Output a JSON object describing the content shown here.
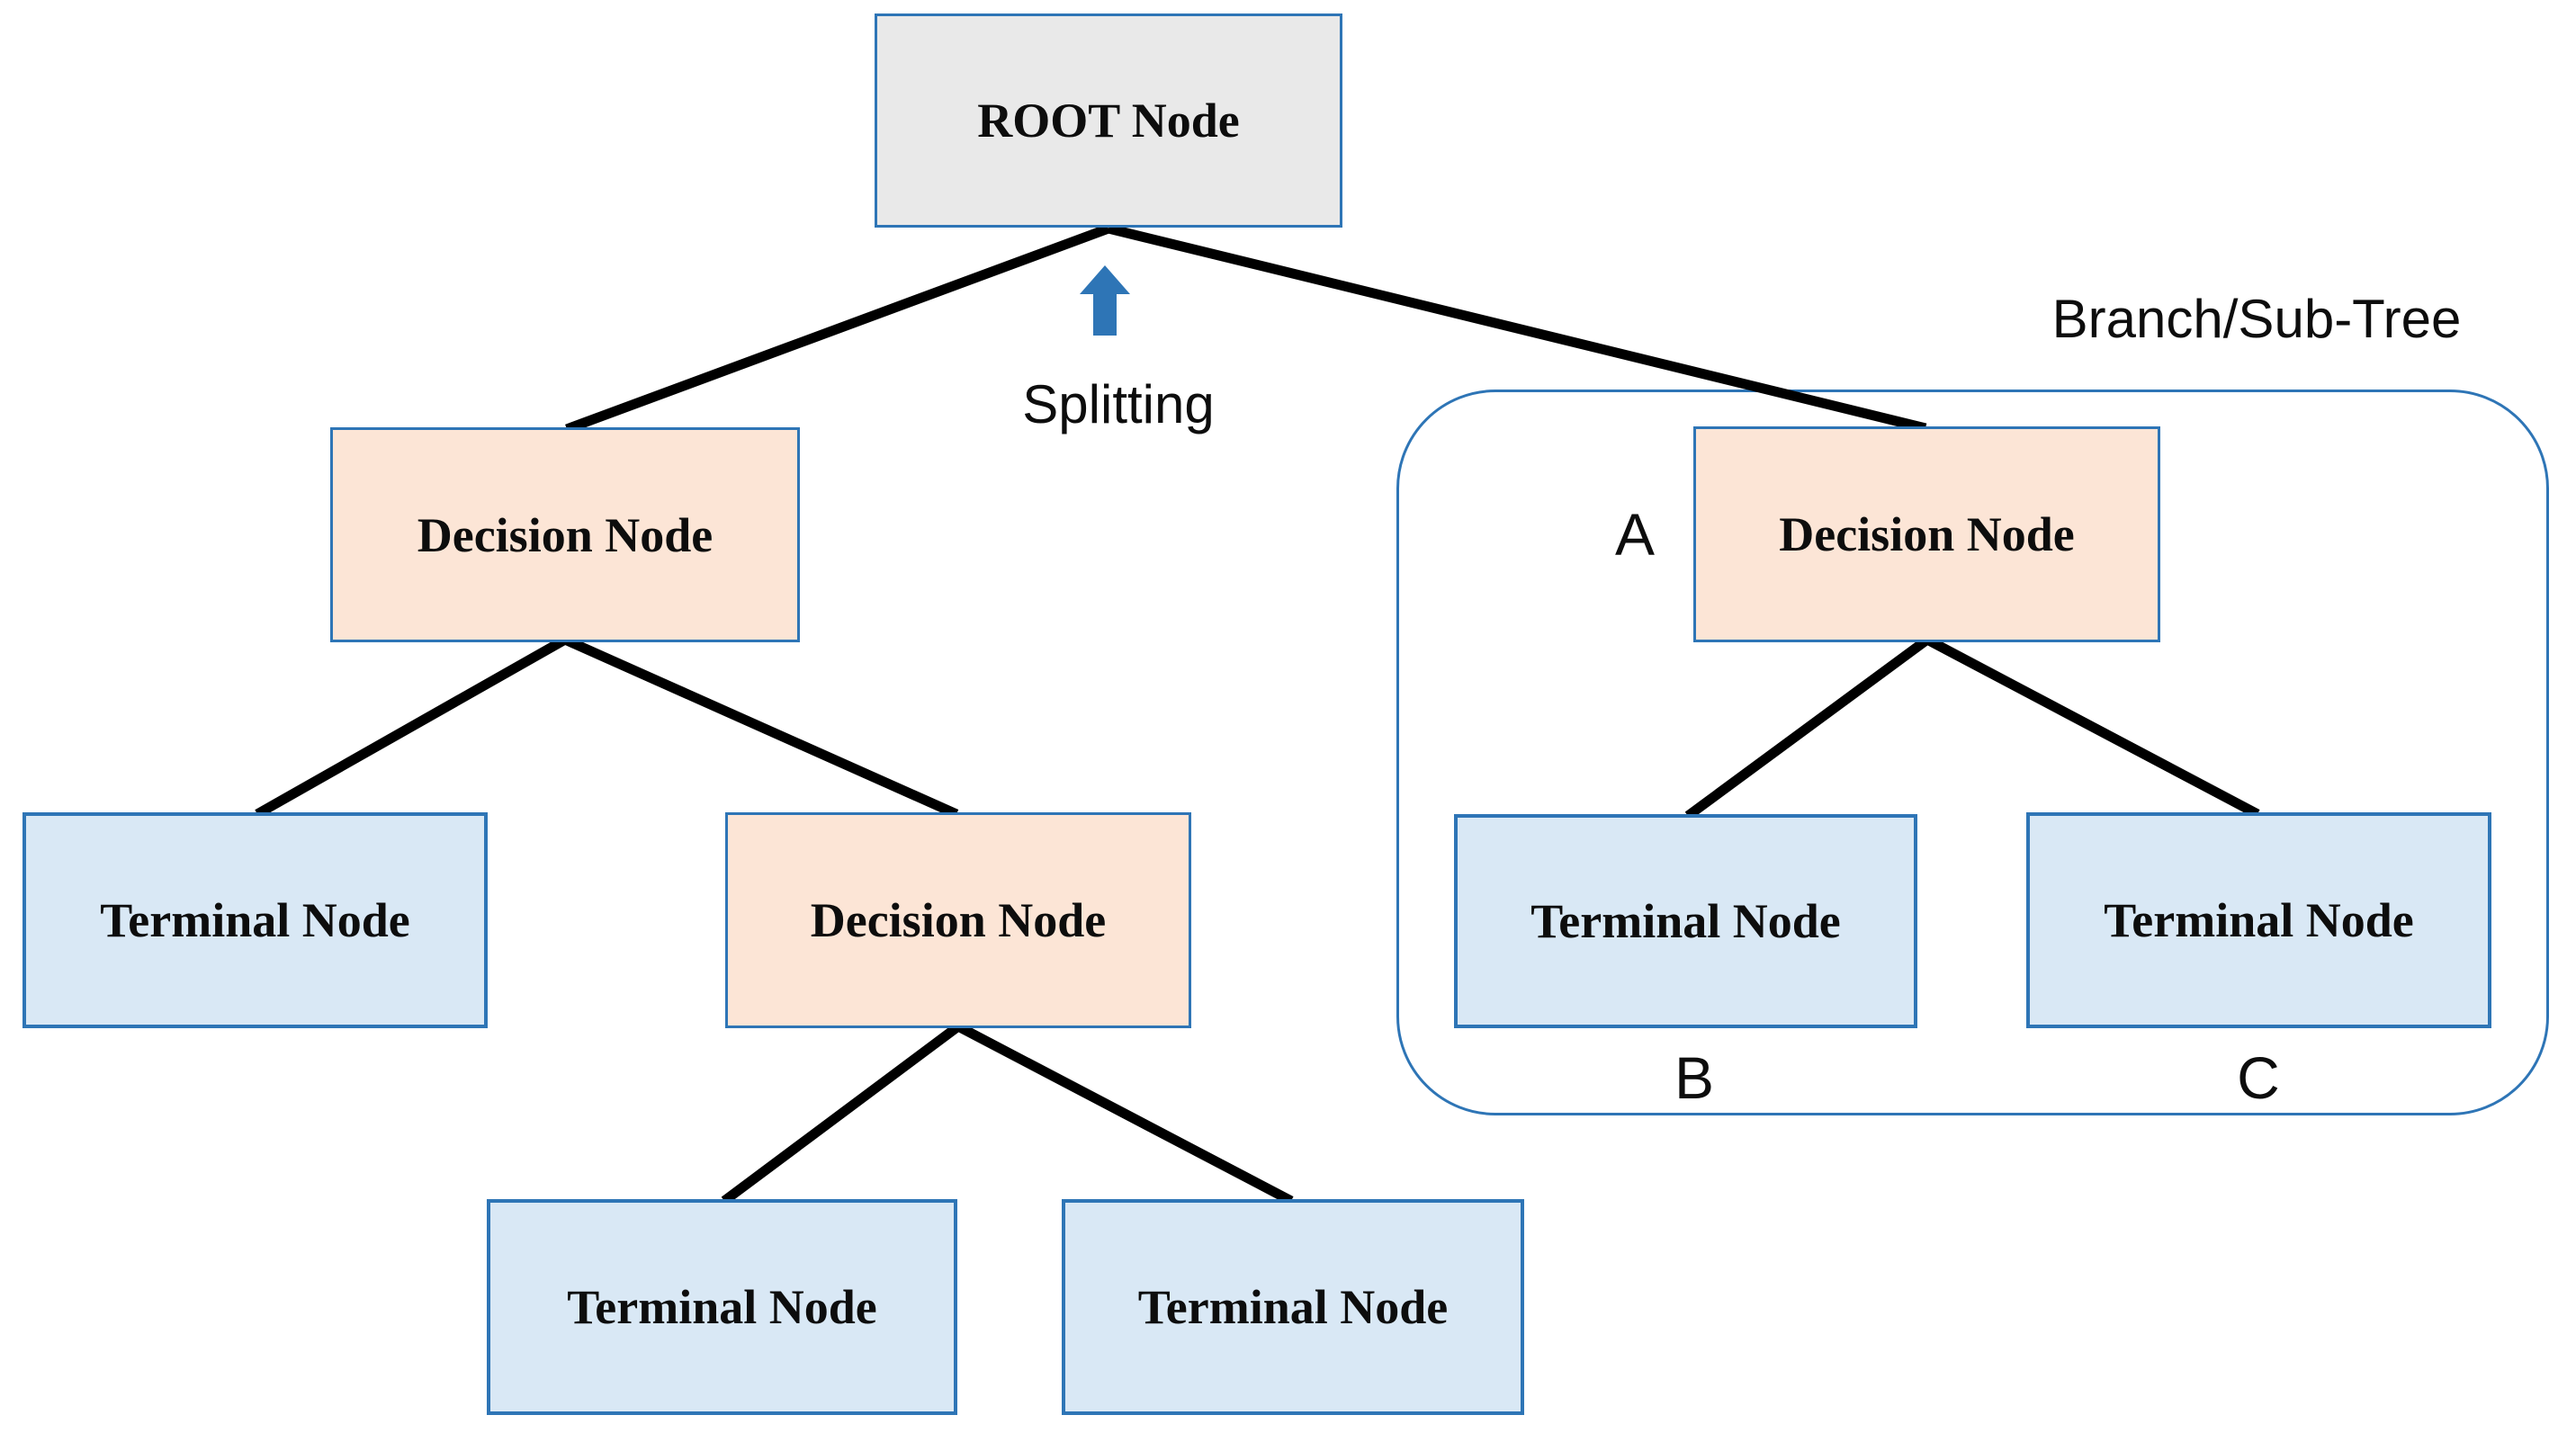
{
  "diagram": {
    "type": "decision-tree-concept-diagram",
    "nodes": {
      "root": {
        "label": "ROOT Node",
        "kind": "root"
      },
      "decision_left": {
        "label": "Decision Node",
        "kind": "decision"
      },
      "decision_subtree": {
        "label": "Decision Node",
        "kind": "decision"
      },
      "terminal_left": {
        "label": "Terminal Node",
        "kind": "terminal"
      },
      "decision_mid": {
        "label": "Decision Node",
        "kind": "decision"
      },
      "terminal_bottom_left": {
        "label": "Terminal Node",
        "kind": "terminal"
      },
      "terminal_bottom_right": {
        "label": "Terminal Node",
        "kind": "terminal"
      },
      "terminal_b": {
        "label": "Terminal Node",
        "kind": "terminal"
      },
      "terminal_c": {
        "label": "Terminal Node",
        "kind": "terminal"
      }
    },
    "edges": [
      [
        "root",
        "decision_left"
      ],
      [
        "root",
        "decision_subtree"
      ],
      [
        "decision_left",
        "terminal_left"
      ],
      [
        "decision_left",
        "decision_mid"
      ],
      [
        "decision_mid",
        "terminal_bottom_left"
      ],
      [
        "decision_mid",
        "terminal_bottom_right"
      ],
      [
        "decision_subtree",
        "terminal_b"
      ],
      [
        "decision_subtree",
        "terminal_c"
      ]
    ],
    "annotations": {
      "splitting_label": "Splitting",
      "branch_subtree_label": "Branch/Sub-Tree",
      "marker_a": "A",
      "marker_b": "B",
      "marker_c": "C"
    },
    "colors": {
      "accent_blue": "#2e75b6",
      "root_fill": "#e9e9e9",
      "decision_fill": "#fce5d6",
      "terminal_fill": "#d9e8f5",
      "connector_black": "#000000",
      "background": "#ffffff"
    }
  }
}
